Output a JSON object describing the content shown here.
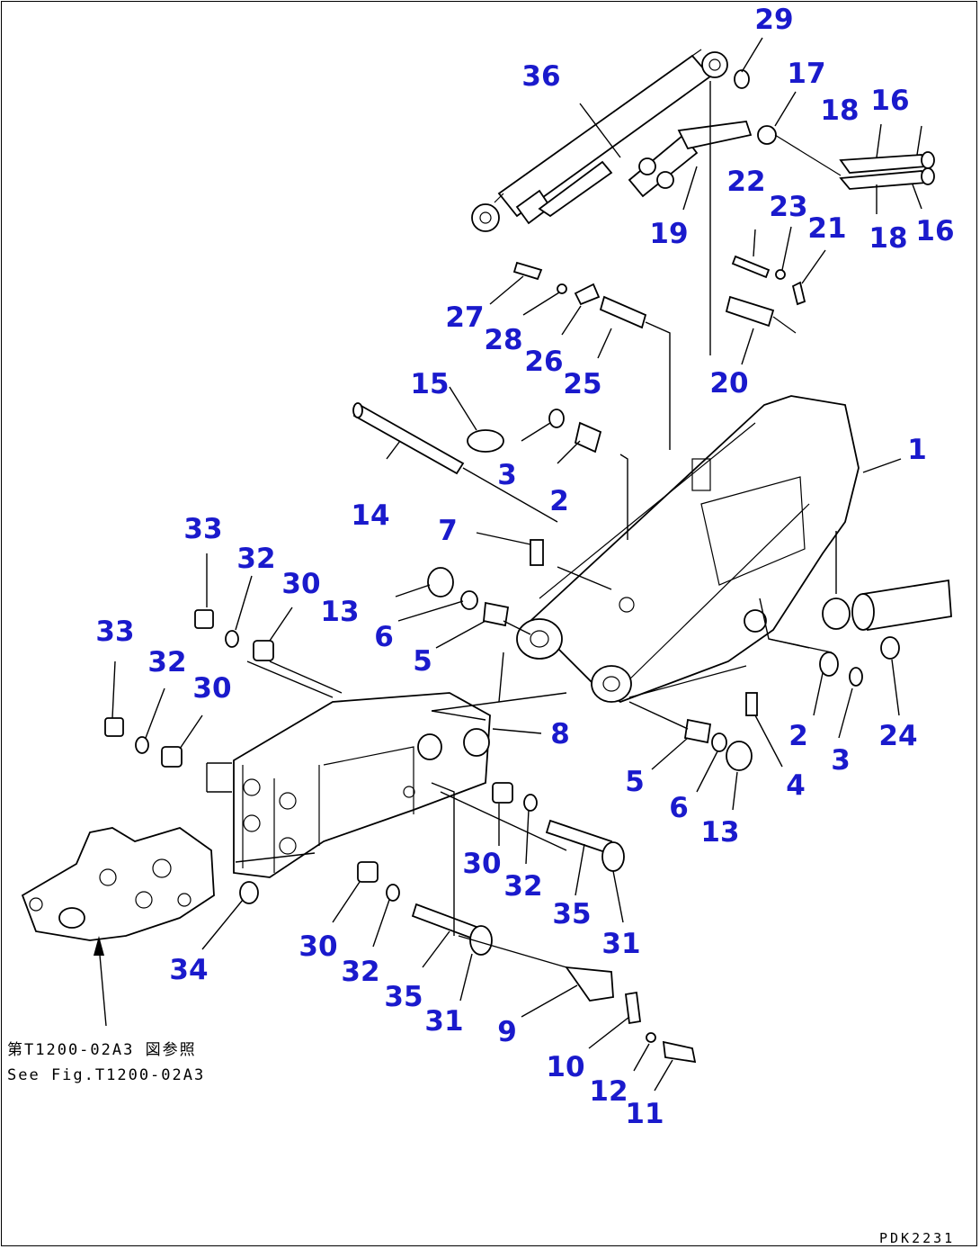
{
  "figure": {
    "reference_jp": "第T1200-02A3 図参照",
    "reference_en": "See Fig.T1200-02A3",
    "figure_code": "PDK2231"
  },
  "callouts": [
    {
      "id": "c1",
      "text": "1"
    },
    {
      "id": "c2a",
      "text": "2"
    },
    {
      "id": "c2b",
      "text": "2"
    },
    {
      "id": "c3a",
      "text": "3"
    },
    {
      "id": "c3b",
      "text": "3"
    },
    {
      "id": "c4",
      "text": "4"
    },
    {
      "id": "c5a",
      "text": "5"
    },
    {
      "id": "c5b",
      "text": "5"
    },
    {
      "id": "c6a",
      "text": "6"
    },
    {
      "id": "c6b",
      "text": "6"
    },
    {
      "id": "c7",
      "text": "7"
    },
    {
      "id": "c8",
      "text": "8"
    },
    {
      "id": "c9",
      "text": "9"
    },
    {
      "id": "c10",
      "text": "10"
    },
    {
      "id": "c11",
      "text": "11"
    },
    {
      "id": "c12",
      "text": "12"
    },
    {
      "id": "c13a",
      "text": "13"
    },
    {
      "id": "c13b",
      "text": "13"
    },
    {
      "id": "c14",
      "text": "14"
    },
    {
      "id": "c15",
      "text": "15"
    },
    {
      "id": "c16a",
      "text": "16"
    },
    {
      "id": "c16b",
      "text": "16"
    },
    {
      "id": "c17",
      "text": "17"
    },
    {
      "id": "c18a",
      "text": "18"
    },
    {
      "id": "c18b",
      "text": "18"
    },
    {
      "id": "c19",
      "text": "19"
    },
    {
      "id": "c20",
      "text": "20"
    },
    {
      "id": "c21",
      "text": "21"
    },
    {
      "id": "c22",
      "text": "22"
    },
    {
      "id": "c23",
      "text": "23"
    },
    {
      "id": "c24",
      "text": "24"
    },
    {
      "id": "c25",
      "text": "25"
    },
    {
      "id": "c26",
      "text": "26"
    },
    {
      "id": "c27",
      "text": "27"
    },
    {
      "id": "c28",
      "text": "28"
    },
    {
      "id": "c29",
      "text": "29"
    },
    {
      "id": "c30a",
      "text": "30"
    },
    {
      "id": "c30b",
      "text": "30"
    },
    {
      "id": "c30c",
      "text": "30"
    },
    {
      "id": "c30d",
      "text": "30"
    },
    {
      "id": "c31a",
      "text": "31"
    },
    {
      "id": "c31b",
      "text": "31"
    },
    {
      "id": "c32a",
      "text": "32"
    },
    {
      "id": "c32b",
      "text": "32"
    },
    {
      "id": "c32c",
      "text": "32"
    },
    {
      "id": "c32d",
      "text": "32"
    },
    {
      "id": "c33a",
      "text": "33"
    },
    {
      "id": "c33b",
      "text": "33"
    },
    {
      "id": "c34",
      "text": "34"
    },
    {
      "id": "c35a",
      "text": "35"
    },
    {
      "id": "c35b",
      "text": "35"
    },
    {
      "id": "c36",
      "text": "36"
    }
  ],
  "colors": {
    "callout": "#1a1acc",
    "line": "#000000",
    "background": "#ffffff"
  }
}
